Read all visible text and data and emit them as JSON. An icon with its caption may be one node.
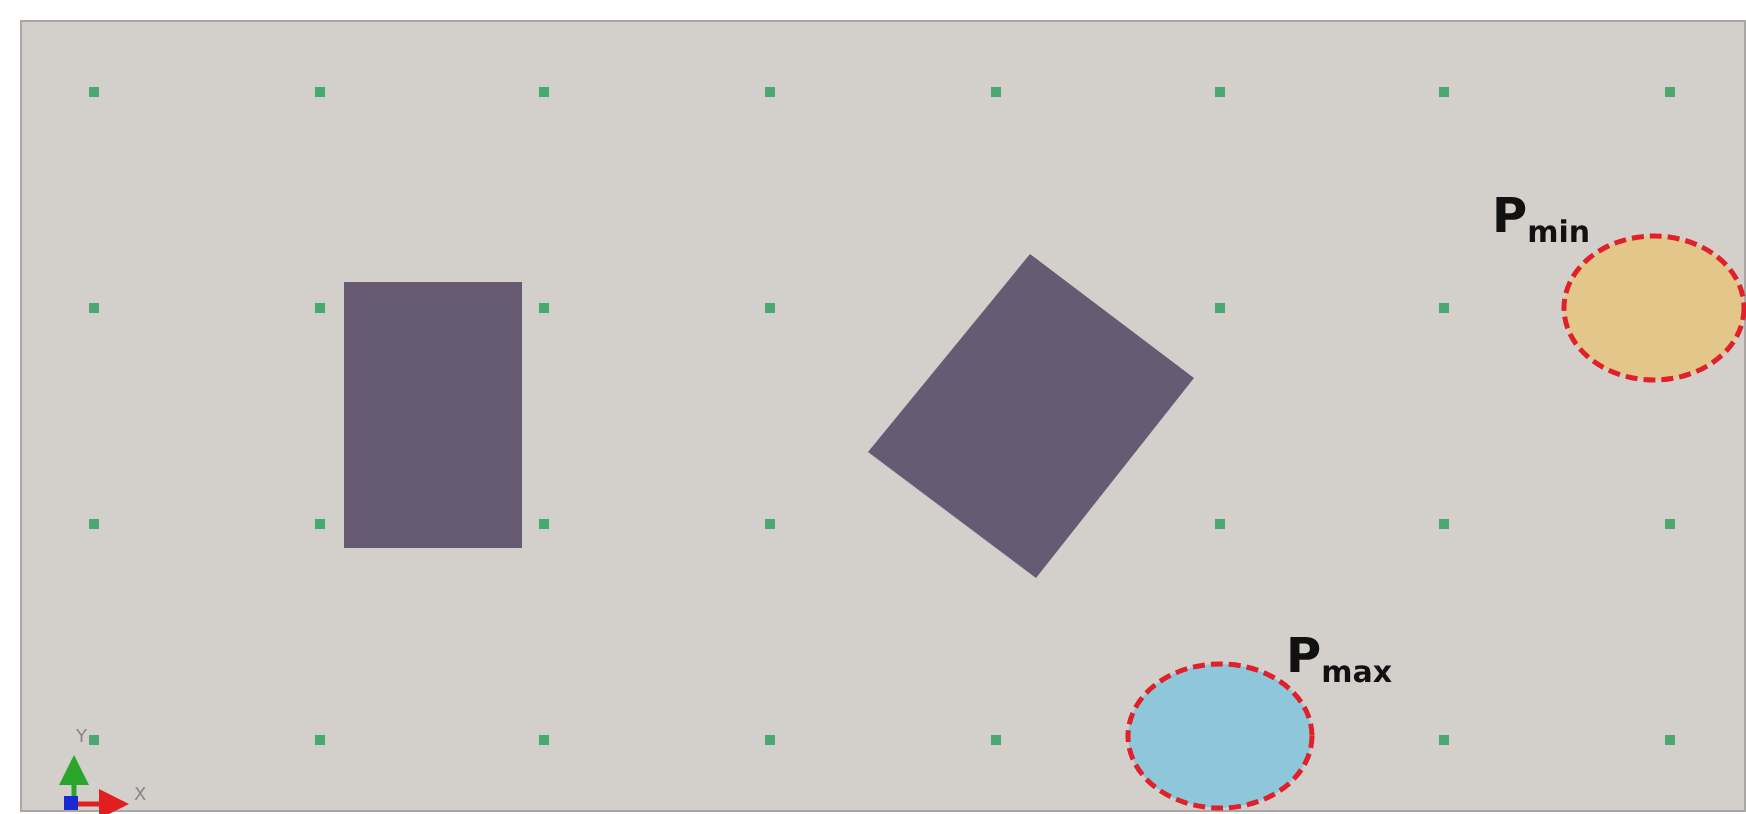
{
  "diagram": {
    "nodes": [
      {
        "text": [],
        "shape": "box"
      },
      {
        "text": [],
        "shape": "box"
      },
      {
        "text": [],
        "shape": "ellipse"
      },
      {
        "text": [],
        "shape": "ellipse"
      }
    ],
    "labels": [
      "P$_{min}$",
      "P$_{max}$",
      "Y",
      "X"
    ]
  }
}
